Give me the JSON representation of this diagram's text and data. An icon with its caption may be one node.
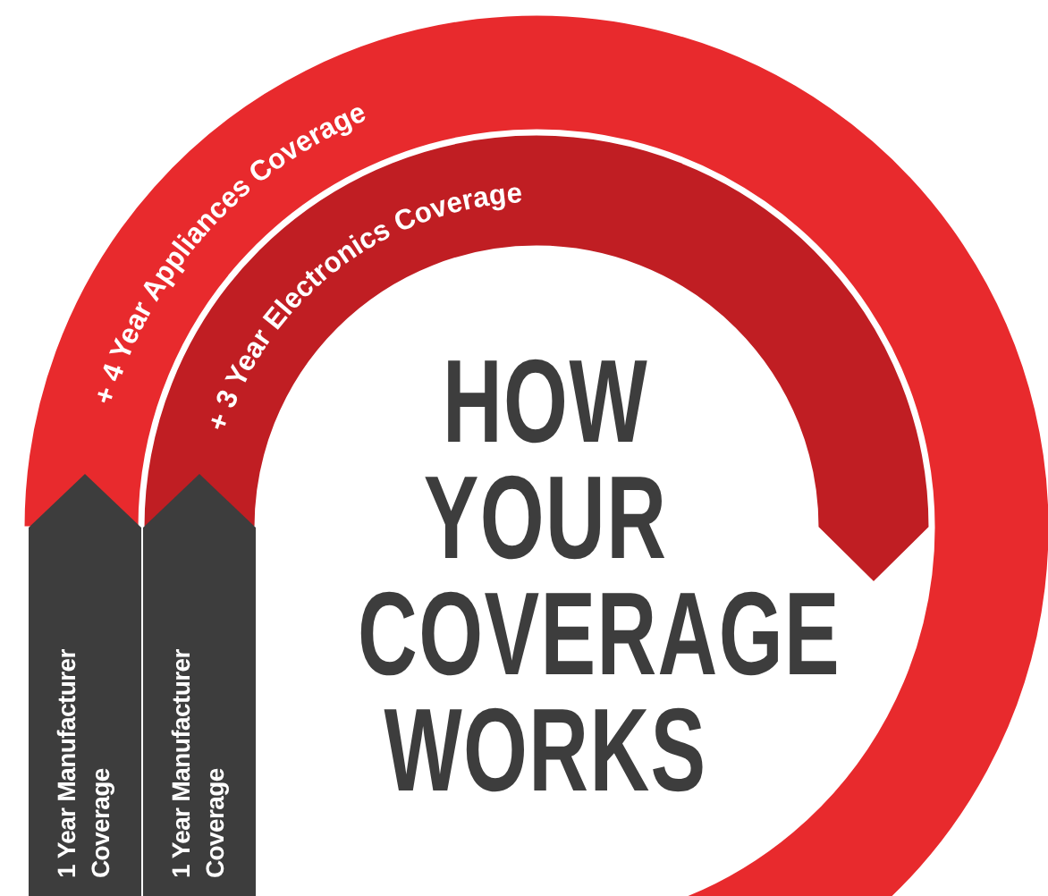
{
  "diagram": {
    "title": "HOW YOUR COVERAGE WORKS",
    "nodes": [
      {
        "text": [
          "+ 4 Year Appliances Coverage"
        ]
      },
      {
        "text": [
          "+ 3 Year Electronics Coverage"
        ]
      },
      {
        "text": [
          "1 Year Manufacturer Coverage"
        ]
      },
      {
        "text": [
          "1 Year Manufacturer Coverage"
        ]
      }
    ]
  }
}
